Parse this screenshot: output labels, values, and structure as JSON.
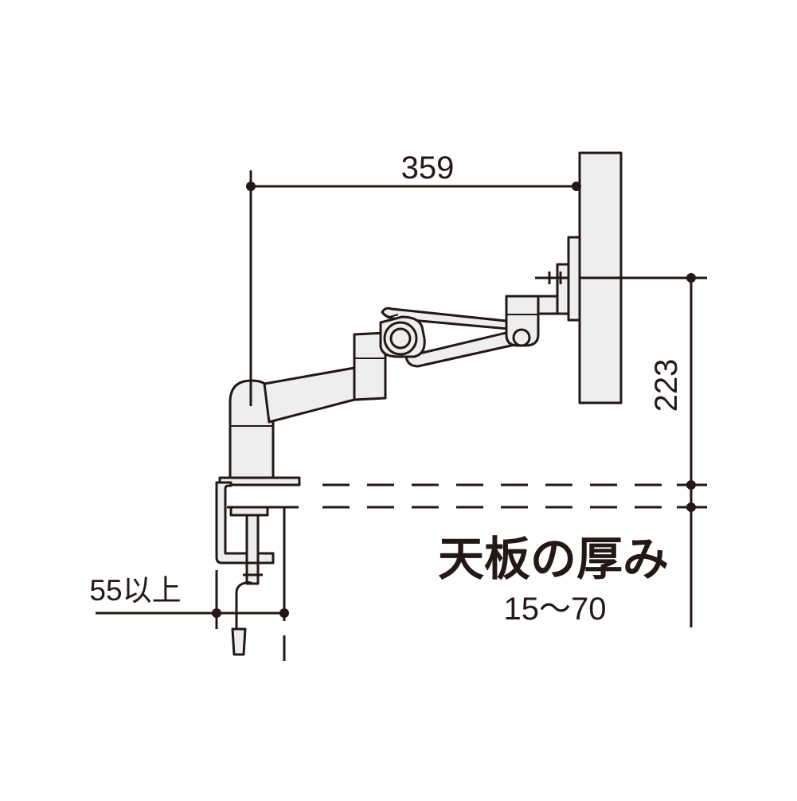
{
  "dimensions": {
    "horizontal_reach": "359",
    "vertical_height": "223",
    "clamp_clearance": "55以上"
  },
  "labels": {
    "tabletop_thickness": "天板の厚み",
    "tabletop_thickness_range": "15〜70"
  }
}
